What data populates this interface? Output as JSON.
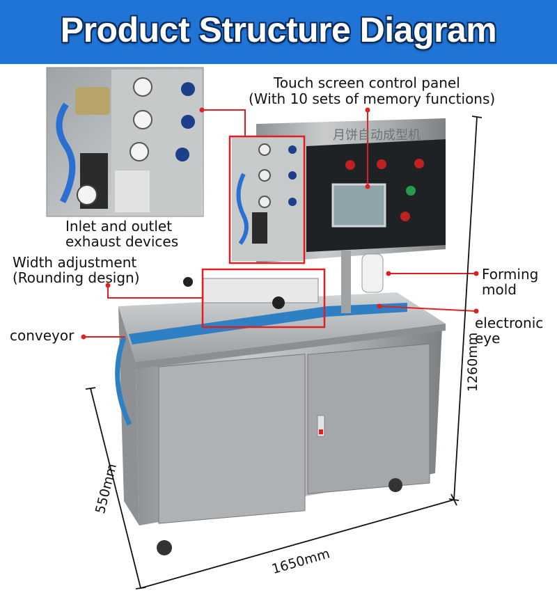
{
  "title": "Product Structure Diagram",
  "labels": {
    "touch_screen_line1": "Touch screen control panel",
    "touch_screen_line2": "(With 10 sets of memory functions)",
    "inlet_line1": "Inlet and outlet",
    "inlet_line2": "exhaust devices",
    "width_line1": "Width adjustment",
    "width_line2": "(Rounding design)",
    "conveyor": "conveyor",
    "forming_line1": "Forming",
    "forming_line2": "mold",
    "eye_line1": "electronic",
    "eye_line2": "eye"
  },
  "dimensions": {
    "height": "1260mm",
    "depth": "550mm",
    "length": "1650mm"
  },
  "panel_text": "月饼自动成型机",
  "colors": {
    "header": "#1f74d6",
    "callout": "#e02020",
    "steel": "#b9bcbd",
    "belt": "#2f7fc4"
  }
}
